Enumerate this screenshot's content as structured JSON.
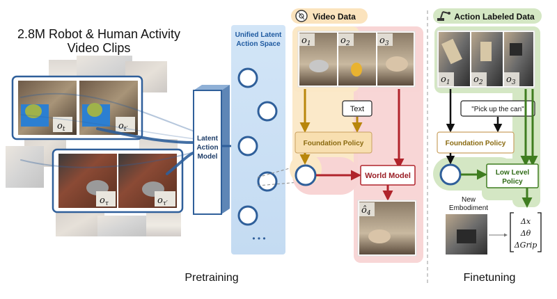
{
  "title_left": {
    "line1": "2.8M Robot & Human Activity",
    "line2": "Video Clips"
  },
  "clip_labels": {
    "top_a": "o",
    "top_a_sub": "t",
    "top_b": "o",
    "top_b_sub": "t′",
    "bot_a": "o",
    "bot_a_sub": "τ",
    "bot_b": "o",
    "bot_b_sub": "τ′"
  },
  "latent_action_model": {
    "line1": "Latent",
    "line2": "Action",
    "line3": "Model"
  },
  "latent_space": {
    "line1": "Unified Latent",
    "line2": "Action Space",
    "ellipsis": "• • •"
  },
  "video_data": {
    "header": "Video Data",
    "frames": [
      {
        "label": "o",
        "sub": "1"
      },
      {
        "label": "o",
        "sub": "2"
      },
      {
        "label": "o",
        "sub": "3"
      }
    ],
    "text_box": "Text",
    "foundation_policy": "Foundation Policy",
    "world_model": "World Model",
    "predicted_frame": {
      "label": "ô",
      "sub": "4"
    }
  },
  "action_labeled": {
    "header": "Action Labeled Data",
    "frames": [
      {
        "label": "o",
        "sub": "1"
      },
      {
        "label": "o",
        "sub": "2"
      },
      {
        "label": "o",
        "sub": "3"
      }
    ],
    "instruction": "\"Pick up the can\"",
    "foundation_policy": "Foundation Policy",
    "low_level_policy": {
      "line1": "Low Level",
      "line2": "Policy"
    },
    "new_embodiment": {
      "line1": "New",
      "line2": "Embodiment"
    },
    "outputs": [
      "Δx",
      "Δθ",
      "ΔGrip"
    ]
  },
  "section_labels": {
    "pretraining": "Pretraining",
    "finetuning": "Finetuning"
  },
  "colors": {
    "blue_dark": "#2f5f9a",
    "blue_light": "#cfe3f6",
    "orange_bg": "#fbe8c6",
    "orange_box": "#f8dfb0",
    "orange_arrow": "#b8860b",
    "red_bg": "#f8d4d4",
    "red_arrow": "#b0232b",
    "green_bg": "#d4e7c4",
    "green_arrow": "#3f7d20"
  }
}
